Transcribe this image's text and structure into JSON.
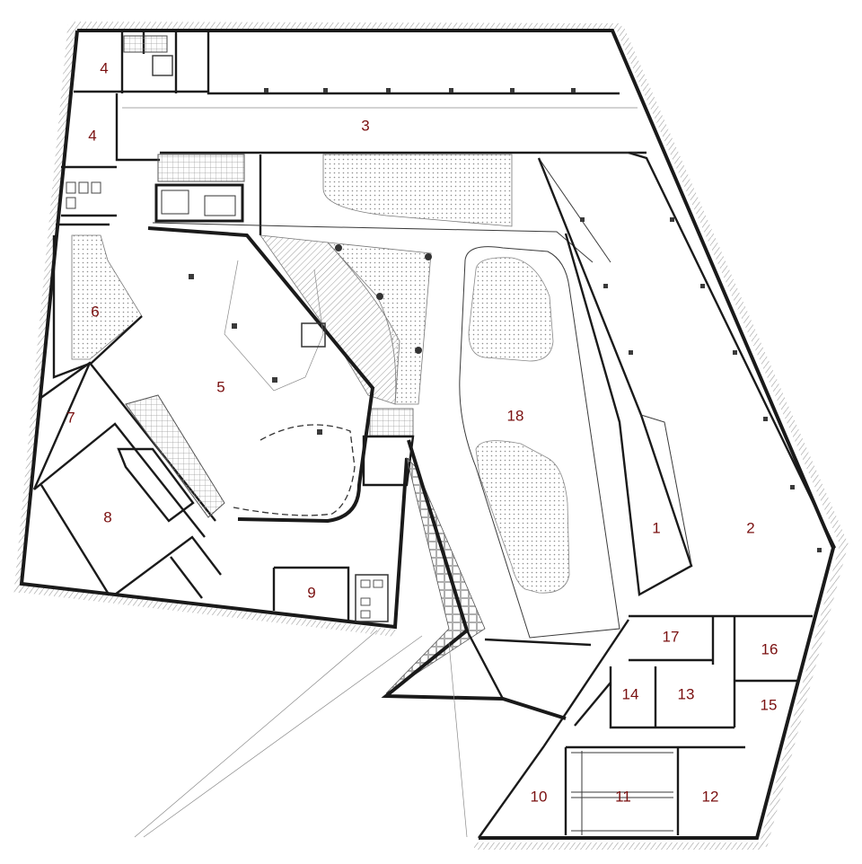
{
  "colors": {
    "label": "#7a1010",
    "wall": "#1a1a1a",
    "hatch": "#9a9a9a",
    "background": "#ffffff"
  },
  "rooms": [
    {
      "label": "1"
    },
    {
      "label": "2"
    },
    {
      "label": "3"
    },
    {
      "label": "4"
    },
    {
      "label": "4"
    },
    {
      "label": "5"
    },
    {
      "label": "6"
    },
    {
      "label": "7"
    },
    {
      "label": "8"
    },
    {
      "label": "9"
    },
    {
      "label": "10"
    },
    {
      "label": "11"
    },
    {
      "label": "12"
    },
    {
      "label": "13"
    },
    {
      "label": "14"
    },
    {
      "label": "15"
    },
    {
      "label": "16"
    },
    {
      "label": "17"
    },
    {
      "label": "18"
    }
  ]
}
